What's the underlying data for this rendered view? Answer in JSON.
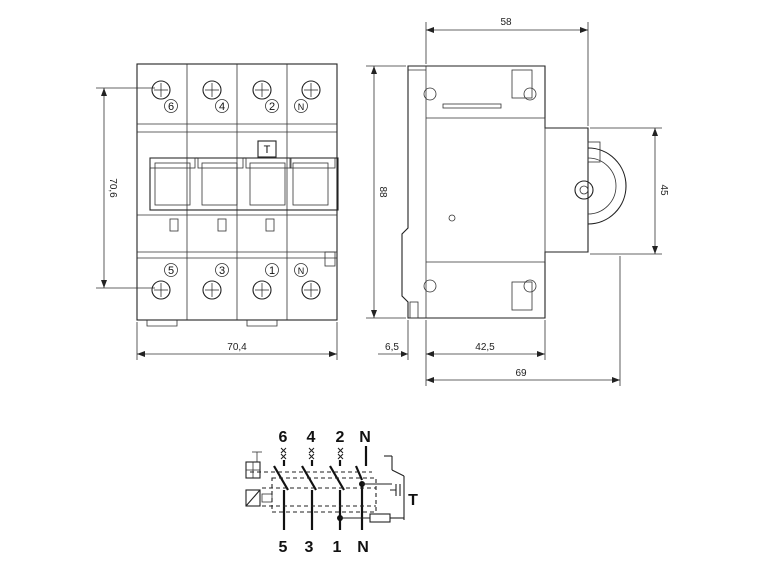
{
  "dimensions": {
    "front_width": "70,4",
    "front_height": "70,6",
    "side_overall_top": "58",
    "side_height": "88",
    "side_knob_height": "45",
    "side_offset": "6,5",
    "side_rail_depth": "42,5",
    "side_total_depth": "69"
  },
  "front_terminals": {
    "top": [
      "6",
      "4",
      "2",
      "N"
    ],
    "bottom": [
      "5",
      "3",
      "1",
      "N"
    ],
    "test_button": "T"
  },
  "schematic": {
    "top_labels": [
      "6",
      "4",
      "2",
      "N"
    ],
    "bottom_labels": [
      "5",
      "3",
      "1",
      "N"
    ],
    "test_label": "T"
  }
}
